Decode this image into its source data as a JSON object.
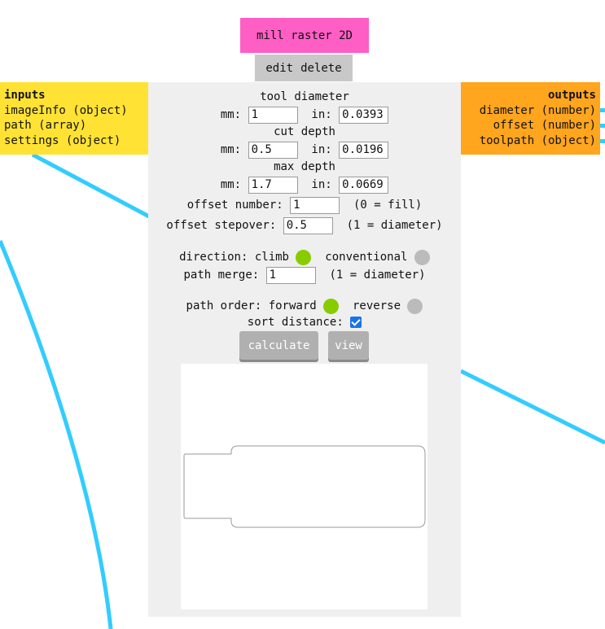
{
  "colors": {
    "title_bg": "#ff5ec4",
    "inputs_bg": "#ffe234",
    "outputs_bg": "#ffa51e",
    "panel_bg": "#efefef",
    "wire": "#33ccff",
    "radio_on": "#88cc00",
    "radio_off": "#bbbbbb",
    "checkbox": "#1a73e8"
  },
  "module": {
    "title": "mill raster 2D",
    "edit_label": "edit",
    "delete_label": "delete"
  },
  "inputs": {
    "header": "inputs",
    "items": [
      "imageInfo (object)",
      "path (array)",
      "settings (object)"
    ]
  },
  "outputs": {
    "header": "outputs",
    "items": [
      "diameter (number)",
      "offset (number)",
      "toolpath (object)"
    ]
  },
  "panel": {
    "tool_diameter": {
      "title": "tool diameter",
      "mm_label": "mm:",
      "mm_value": "1",
      "in_label": "in:",
      "in_value": "0.0393"
    },
    "cut_depth": {
      "title": "cut depth",
      "mm_label": "mm:",
      "mm_value": "0.5",
      "in_label": "in:",
      "in_value": "0.0196"
    },
    "max_depth": {
      "title": "max depth",
      "mm_label": "mm:",
      "mm_value": "1.7",
      "in_label": "in:",
      "in_value": "0.0669"
    },
    "offset_number": {
      "label": "offset number:",
      "value": "1",
      "note": "(0 = fill)"
    },
    "offset_stepover": {
      "label": "offset stepover:",
      "value": "0.5",
      "note": "(1 = diameter)"
    },
    "direction": {
      "label": "direction:",
      "option_a": "climb",
      "option_b": "conventional",
      "selected": "climb"
    },
    "path_merge": {
      "label": "path merge:",
      "value": "1",
      "note": "(1 = diameter)"
    },
    "path_order": {
      "label": "path order:",
      "option_a": "forward",
      "option_b": "reverse",
      "selected": "forward"
    },
    "sort_distance": {
      "label": "sort distance:",
      "checked": true
    },
    "calculate_label": "calculate",
    "view_label": "view"
  }
}
